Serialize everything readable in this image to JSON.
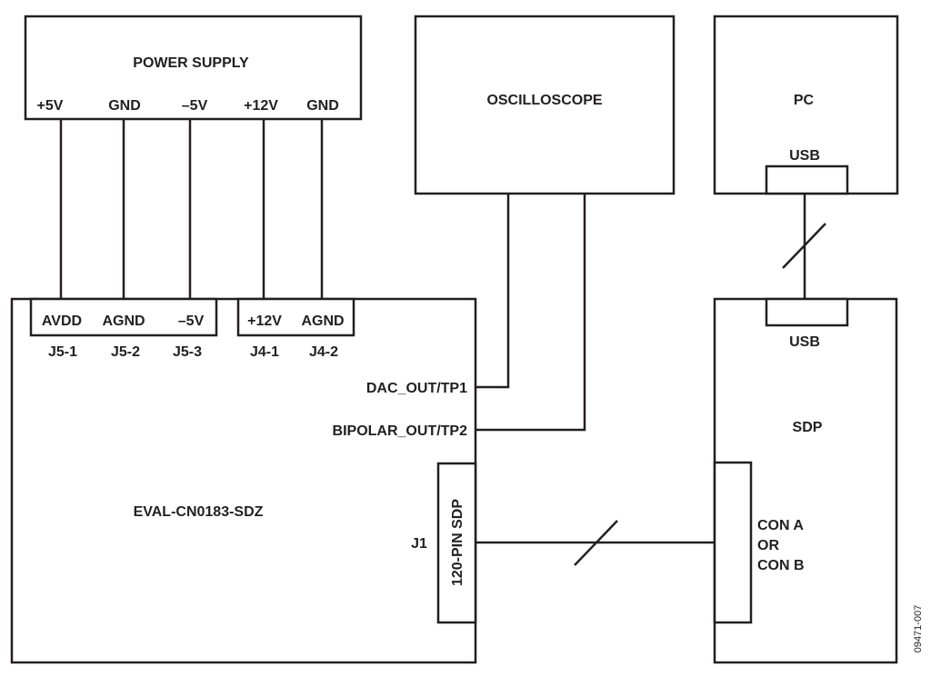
{
  "blocks": {
    "power_supply": {
      "title": "POWER SUPPLY",
      "terminals": [
        "+5V",
        "GND",
        "–5V",
        "+12V",
        "GND"
      ]
    },
    "oscilloscope": {
      "title": "OSCILLOSCOPE"
    },
    "pc": {
      "title": "PC",
      "port": "USB"
    },
    "eval_board": {
      "title": "EVAL-CN0183-SDZ",
      "j5": {
        "pins": [
          "AVDD",
          "AGND",
          "–5V"
        ],
        "refs": [
          "J5-1",
          "J5-2",
          "J5-3"
        ]
      },
      "j4": {
        "pins": [
          "+12V",
          "AGND"
        ],
        "refs": [
          "J4-1",
          "J4-2"
        ]
      },
      "test_points": [
        "DAC_OUT/TP1",
        "BIPOLAR_OUT/TP2"
      ],
      "connector": {
        "ref": "J1",
        "label": "120-PIN SDP"
      }
    },
    "sdp": {
      "title": "SDP",
      "port": "USB",
      "connector_lines": [
        "CON A",
        "OR",
        "CON B"
      ]
    }
  },
  "figure_id": "09471-007"
}
